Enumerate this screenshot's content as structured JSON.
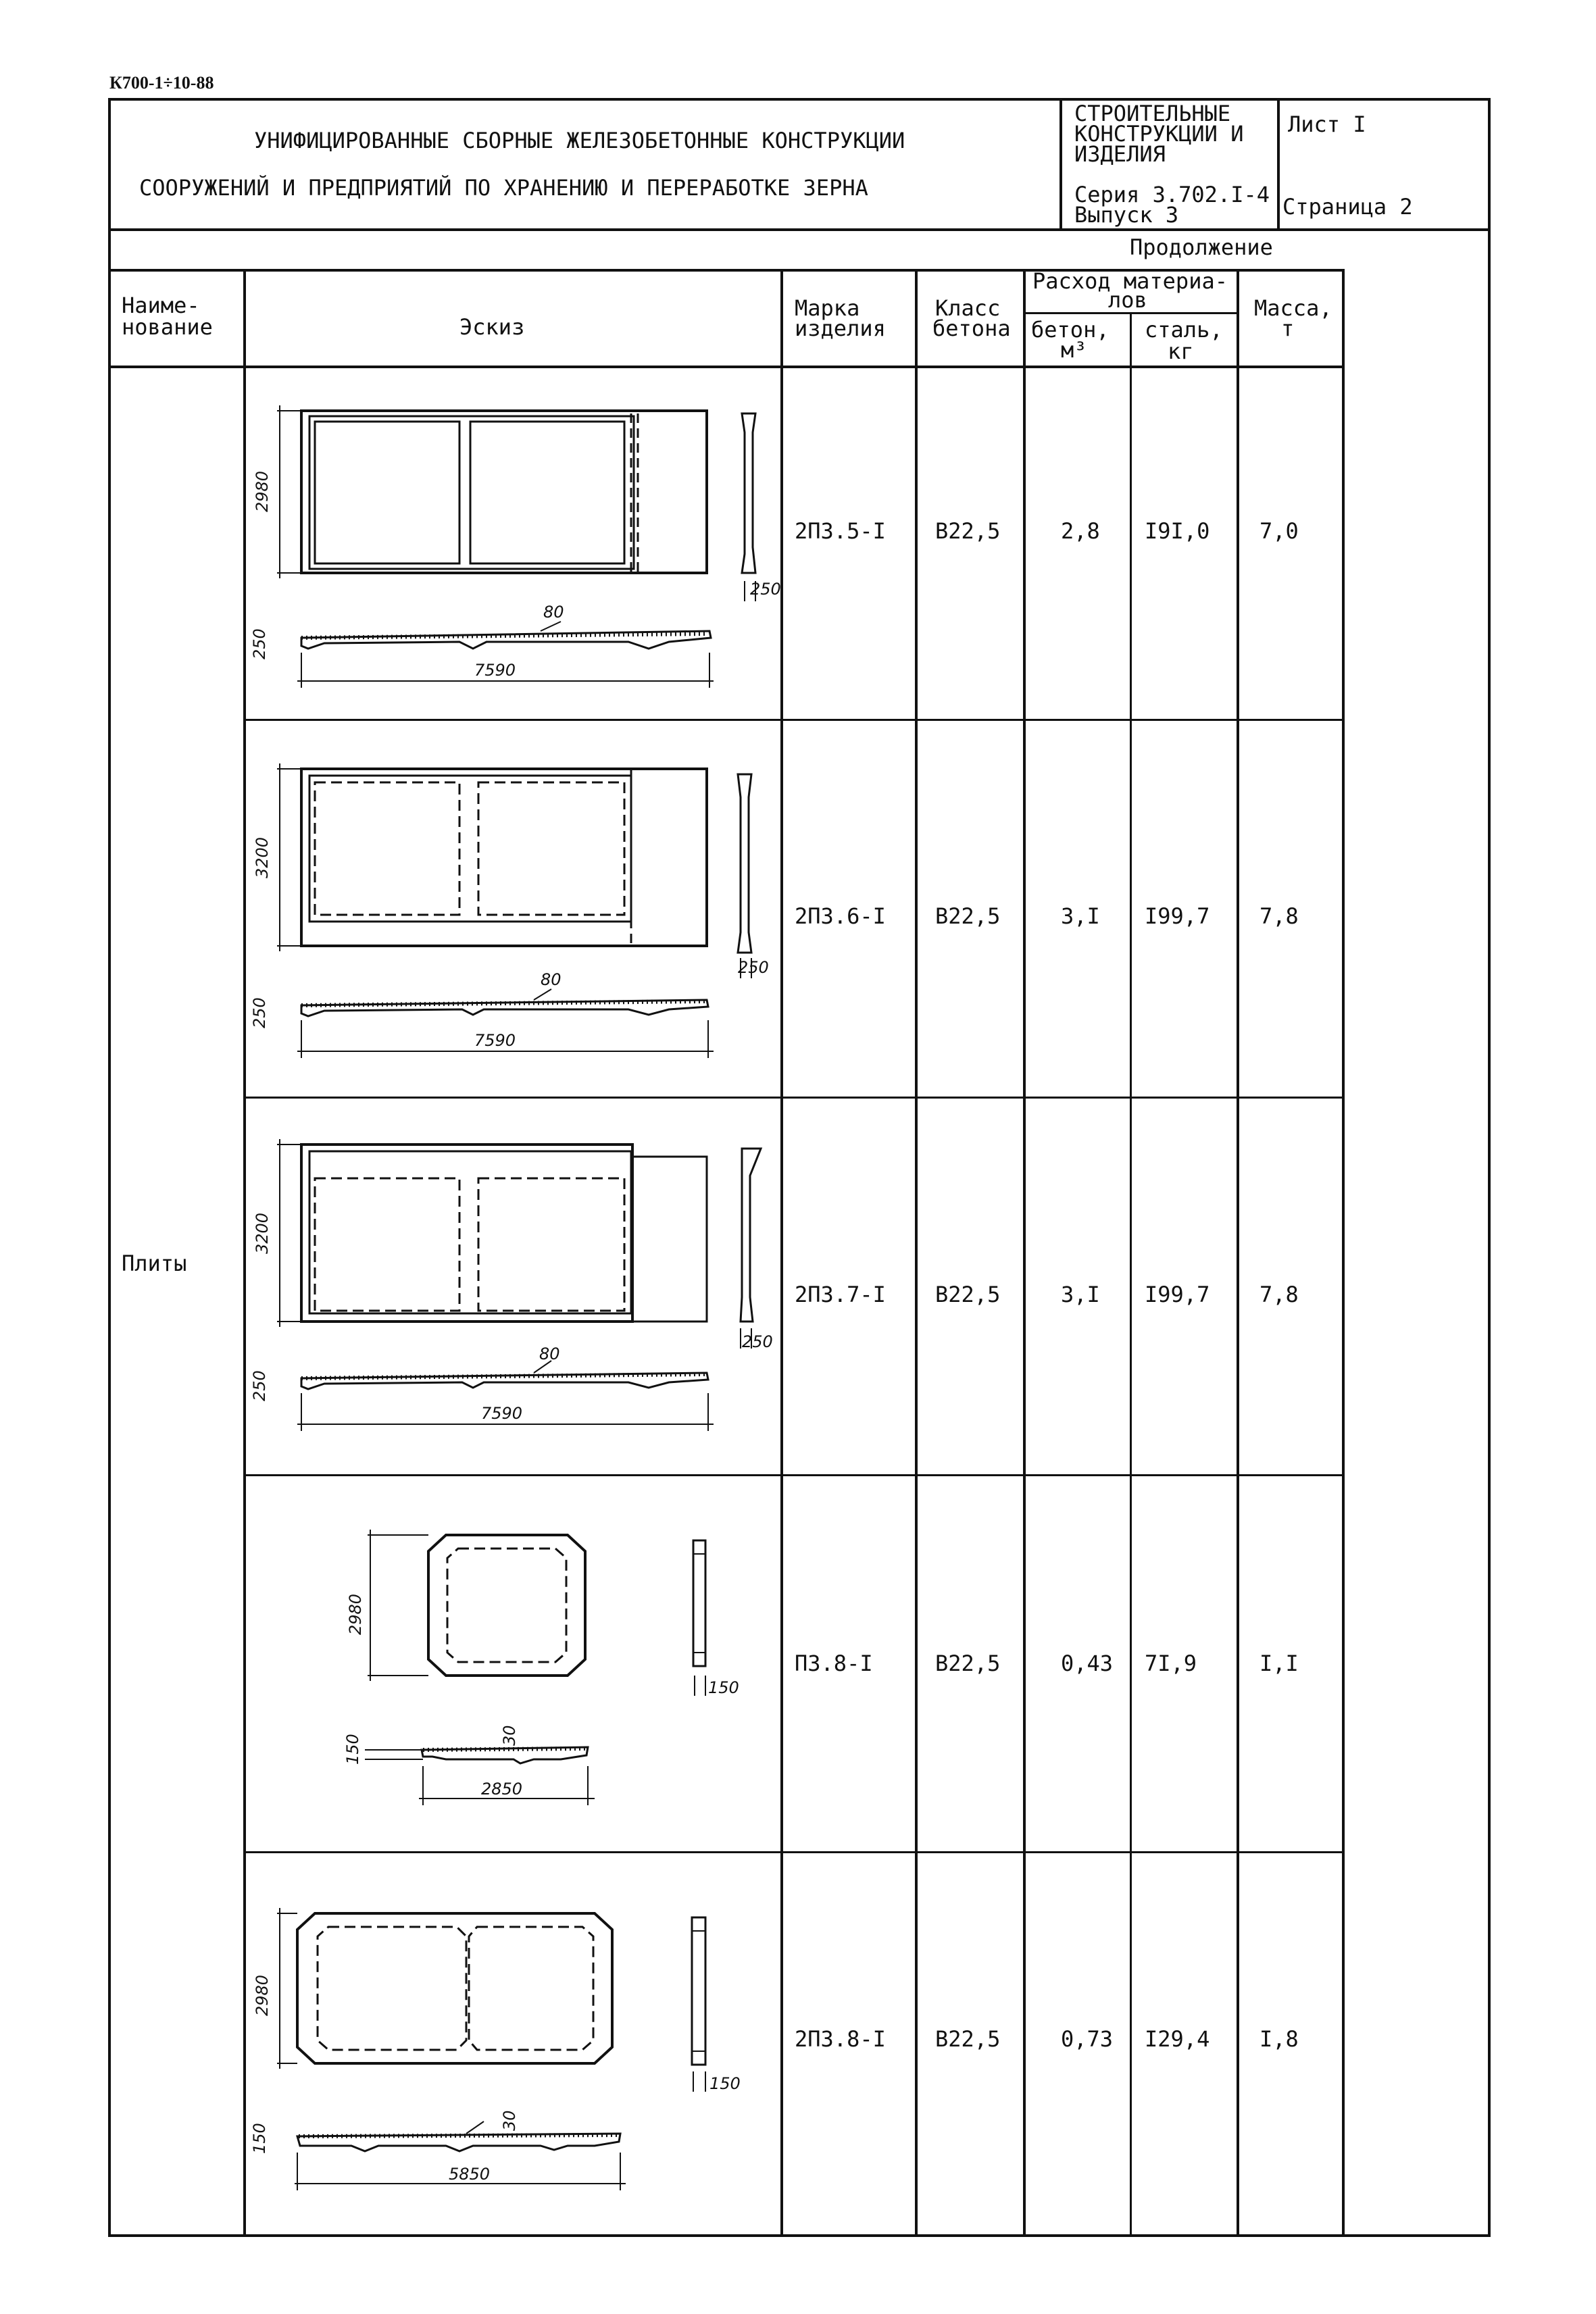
{
  "doc_code": "К700-1÷10-88",
  "header": {
    "title_line1": "УНИФИЦИРОВАННЫЕ СБОРНЫЕ ЖЕЛЕЗОБЕТОННЫЕ КОНСТРУКЦИИ",
    "title_line2": "СООРУЖЕНИЙ И ПРЕДПРИЯТИЙ ПО ХРАНЕНИЮ И ПЕРЕРАБОТКЕ ЗЕРНА",
    "category_line1": "СТРОИТЕЛЬНЫЕ",
    "category_line2": "КОНСТРУКЦИИ И",
    "category_line3": "ИЗДЕЛИЯ",
    "series": "Серия 3.702.I-4",
    "issue": "Выпуск 3",
    "sheet": "Лист I",
    "page": "Страница 2"
  },
  "continuation": "Продолжение",
  "columns": {
    "name_1": "Наиме-",
    "name_2": "нование",
    "sketch": "Эскиз",
    "mark_1": "Марка",
    "mark_2": "изделия",
    "class_1": "Класс",
    "class_2": "бетона",
    "materials_1": "Расход материа-",
    "materials_2": "лов",
    "concrete_1": "бетон,",
    "concrete_2": "м³",
    "steel_1": "сталь,",
    "steel_2": "кг",
    "mass_1": "Масса,",
    "mass_2": "т"
  },
  "group_name": "Плиты",
  "rows": [
    {
      "mark": "2П3.5-I",
      "class": "В22,5",
      "concrete": "2,8",
      "steel": "I9I,0",
      "mass": "7,0",
      "dims": {
        "height": "2980",
        "length": "7590",
        "thickness": "250",
        "flange": "80",
        "side": "250"
      }
    },
    {
      "mark": "2П3.6-I",
      "class": "В22,5",
      "concrete": "3,I",
      "steel": "I99,7",
      "mass": "7,8",
      "dims": {
        "height": "3200",
        "length": "7590",
        "thickness": "250",
        "flange": "80",
        "side": "250"
      }
    },
    {
      "mark": "2П3.7-I",
      "class": "В22,5",
      "concrete": "3,I",
      "steel": "I99,7",
      "mass": "7,8",
      "dims": {
        "height": "3200",
        "length": "7590",
        "thickness": "250",
        "flange": "80",
        "side": "250"
      }
    },
    {
      "mark": "П3.8-I",
      "class": "В22,5",
      "concrete": "0,43",
      "steel": "7I,9",
      "mass": "I,I",
      "dims": {
        "height": "2980",
        "length": "2850",
        "thickness": "150",
        "flange": "30",
        "side": "150"
      }
    },
    {
      "mark": "2П3.8-I",
      "class": "В22,5",
      "concrete": "0,73",
      "steel": "I29,4",
      "mass": "I,8",
      "dims": {
        "height": "2980",
        "length": "5850",
        "thickness": "150",
        "flange": "30",
        "side": "150"
      }
    }
  ]
}
